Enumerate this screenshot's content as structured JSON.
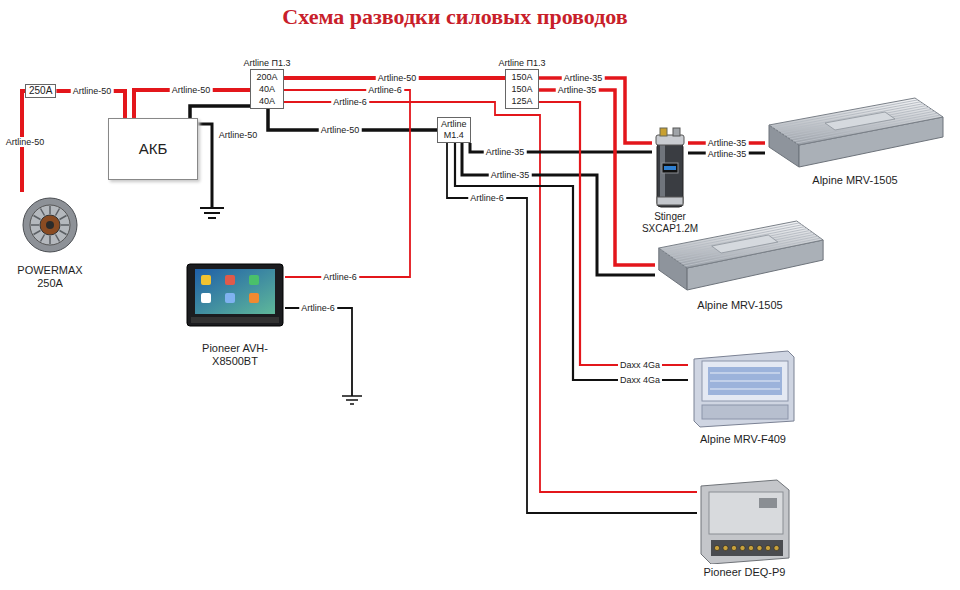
{
  "diagram": {
    "title": "Схема разводки силовых проводов",
    "nodes": [
      {
        "text": [
          "250A"
        ]
      },
      {
        "text": [
          "Artline П1.3",
          "200A",
          "40A",
          "40A"
        ]
      },
      {
        "text": [
          "Artline П1.3",
          "150A",
          "150A",
          "125A"
        ]
      },
      {
        "text": [
          "АКБ"
        ]
      },
      {
        "text": [
          "Artline M1.4"
        ]
      },
      {
        "text": [
          "Alpine MRV-1505"
        ]
      },
      {
        "text": [
          "Stinger SXCAP1.2M"
        ]
      },
      {
        "text": [
          "POWERMAX 250A"
        ]
      },
      {
        "text": [
          "Alpine MRV-1505"
        ]
      },
      {
        "text": [
          "Pioneer AVH-X8500BT"
        ]
      },
      {
        "text": [
          "Alpine MRV-F409"
        ]
      },
      {
        "text": [
          "Pioneer DEQ-P9"
        ]
      }
    ],
    "edges": [
      {
        "from": 7,
        "to": 0,
        "label": "Artline-50",
        "arrow": "none"
      },
      {
        "from": 0,
        "to": 3,
        "label": "Artline-50",
        "arrow": "none"
      },
      {
        "from": 3,
        "to": 1,
        "label": "Artline-50",
        "arrow": "none"
      },
      {
        "from": 3,
        "to": 4,
        "label": "Artline-50",
        "arrow": "none"
      },
      {
        "from": 1,
        "to": 2,
        "label": "Artline-50",
        "arrow": "none"
      },
      {
        "from": 1,
        "to": 9,
        "label": "Artline-6",
        "arrow": "none"
      },
      {
        "from": 1,
        "to": 11,
        "label": "Artline-6",
        "arrow": "none"
      },
      {
        "from": 2,
        "to": 6,
        "label": "Artline-35",
        "arrow": "none"
      },
      {
        "from": 6,
        "to": 5,
        "label": "Artline-35",
        "arrow": "none"
      },
      {
        "from": 4,
        "to": 6,
        "label": "Artline-35",
        "arrow": "none"
      },
      {
        "from": 6,
        "to": 5,
        "label": "Artline-35",
        "arrow": "none"
      },
      {
        "from": 2,
        "to": 8,
        "label": "Artline-35",
        "arrow": "none"
      },
      {
        "from": 4,
        "to": 8,
        "label": "Artline-35",
        "arrow": "none"
      },
      {
        "from": 2,
        "to": 10,
        "label": "Daxx 4Ga",
        "arrow": "none"
      },
      {
        "from": 4,
        "to": 10,
        "label": "Daxx 4Ga",
        "arrow": "none"
      },
      {
        "from": 4,
        "to": 11,
        "label": "Artline-6",
        "arrow": "none"
      }
    ],
    "labels": [
      "Artline-50",
      "Artline-6",
      "Artline-6"
    ]
  }
}
